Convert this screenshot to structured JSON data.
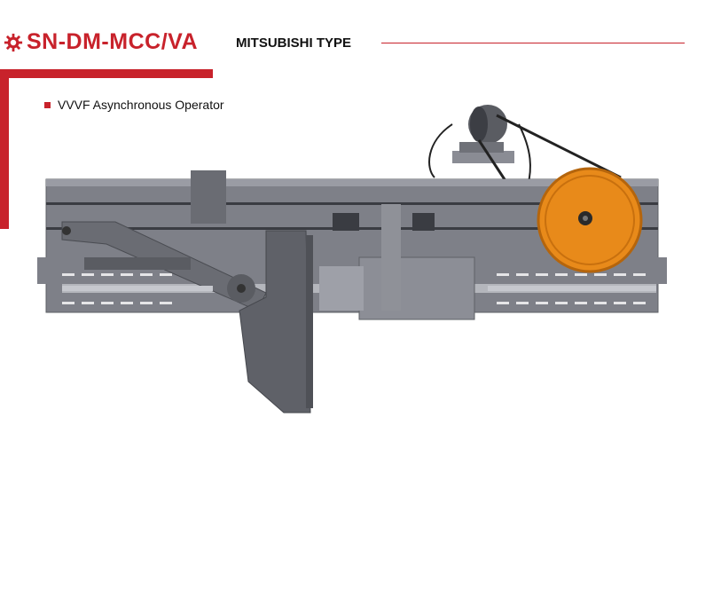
{
  "header": {
    "model": "SN-DM-MCC/VA",
    "type": "MITSUBISHI TYPE"
  },
  "features": [
    {
      "label": "VVVF Asynchronous Operator"
    }
  ],
  "icons": {
    "brand": "gear-icon",
    "bullet": "square-bullet-icon"
  },
  "colors": {
    "accent": "#c8222b",
    "pulley": "#e88a1a",
    "frame": "#7e8088"
  }
}
